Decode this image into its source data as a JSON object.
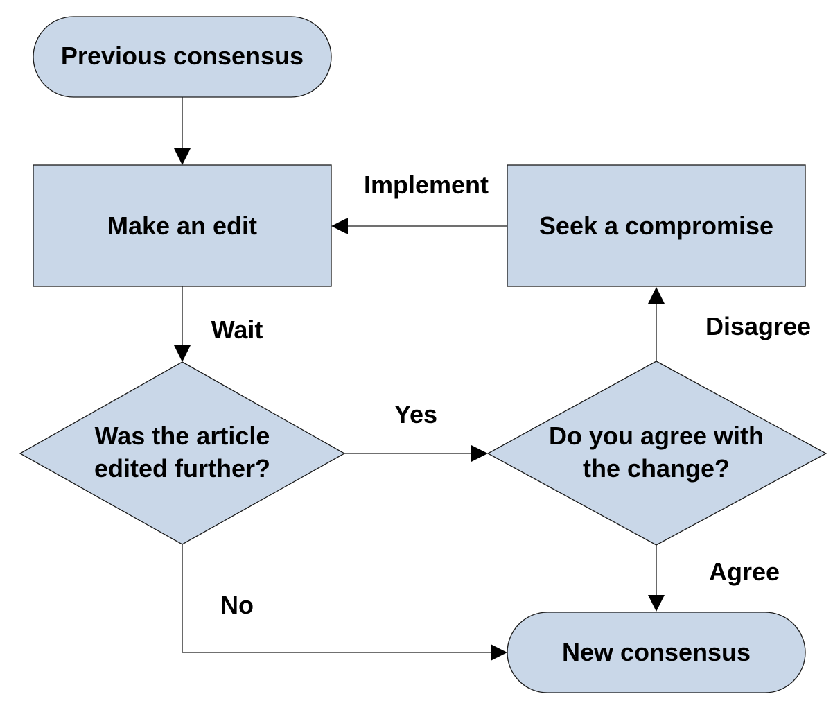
{
  "nodes": {
    "previous_consensus": {
      "line1": "Previous consensus"
    },
    "make_edit": {
      "line1": "Make an edit"
    },
    "seek_compromise": {
      "line1": "Seek a compromise"
    },
    "was_edited": {
      "line1": "Was the article",
      "line2": "edited further?"
    },
    "do_you_agree": {
      "line1": "Do you agree with",
      "line2": "the change?"
    },
    "new_consensus": {
      "line1": "New consensus"
    }
  },
  "edges": {
    "implement": "Implement",
    "wait": "Wait",
    "yes": "Yes",
    "no": "No",
    "disagree": "Disagree",
    "agree": "Agree"
  },
  "colors": {
    "shape_fill": "#c9d7e8",
    "stroke": "#1a1a1a"
  }
}
